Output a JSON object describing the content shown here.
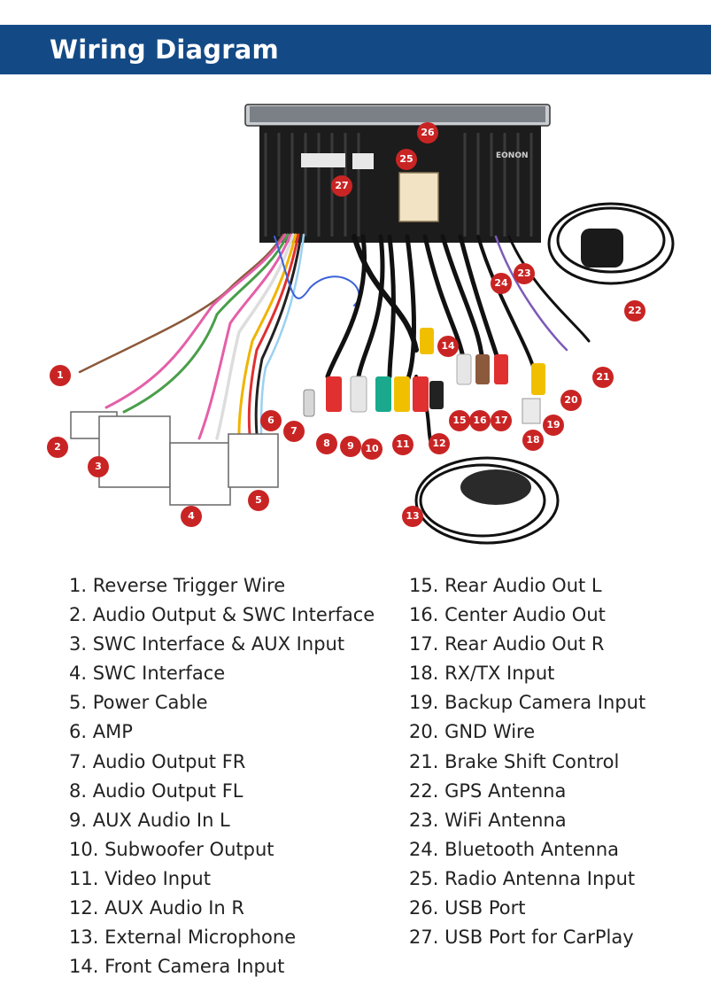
{
  "header": {
    "title": "Wiring Diagram",
    "bg_color": "#134a86"
  },
  "diagram": {
    "brand_text": "EONON",
    "marker_color": "#c92424",
    "markers": [
      "1",
      "2",
      "3",
      "4",
      "5",
      "6",
      "7",
      "8",
      "9",
      "10",
      "11",
      "12",
      "13",
      "14",
      "15",
      "16",
      "17",
      "18",
      "19",
      "20",
      "21",
      "22",
      "23",
      "24",
      "25",
      "26",
      "27"
    ]
  },
  "legend": {
    "left": [
      "1. Reverse Trigger Wire",
      "2. Audio Output & SWC Interface",
      "3. SWC Interface & AUX Input",
      "4. SWC Interface",
      "5. Power Cable",
      "6. AMP",
      "7. Audio Output FR",
      "8. Audio Output FL",
      "9. AUX Audio In L",
      "10. Subwoofer Output",
      "11. Video Input",
      "12. AUX Audio In R",
      "13. External Microphone",
      "14. Front Camera Input"
    ],
    "right": [
      "15. Rear Audio Out L",
      "16. Center Audio Out",
      "17. Rear Audio Out R",
      "18. RX/TX Input",
      "19. Backup Camera Input",
      "20. GND Wire",
      "21. Brake Shift Control",
      "22. GPS Antenna",
      "23. WiFi Antenna",
      "24. Bluetooth Antenna",
      "25. Radio Antenna Input",
      "26. USB Port",
      "27. USB Port for CarPlay"
    ]
  }
}
